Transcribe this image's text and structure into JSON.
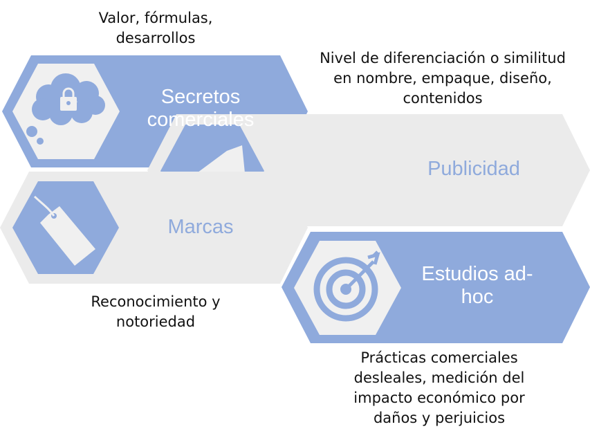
{
  "colors": {
    "blue": "#8faadc",
    "gray": "#ebebeb",
    "light": "#f0f0f0"
  },
  "blocks": [
    {
      "label": "Secretos comerciales",
      "icon": "cloud-lock-icon",
      "caption": "Valor, fórmulas, desarrollos"
    },
    {
      "label": "Publicidad",
      "icon": "megaphone-icon",
      "caption": "Nivel de diferenciación o similitud en nombre, empaque, diseño, contenidos"
    },
    {
      "label": "Marcas",
      "icon": "tag-icon",
      "caption": "Reconocimiento y notoriedad"
    },
    {
      "label": "Estudios ad-hoc",
      "icon": "target-icon",
      "caption": "Prácticas comerciales desleales, medición del impacto económico por daños y perjuicios"
    }
  ]
}
